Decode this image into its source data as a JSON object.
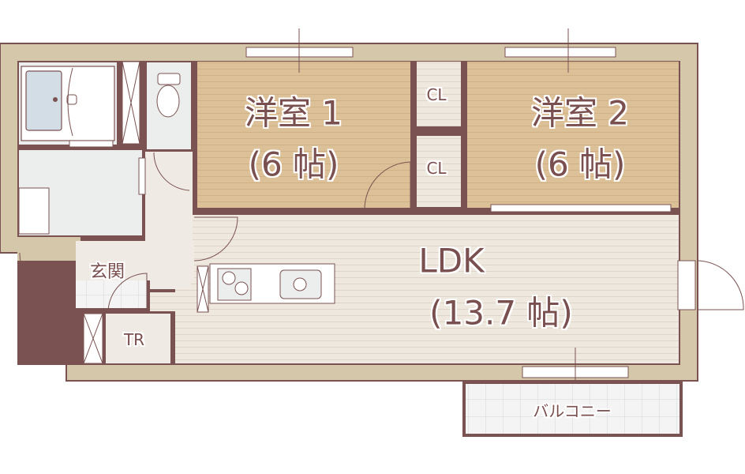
{
  "rooms": {
    "bedroom1": {
      "name": "洋室 1",
      "size": "(6 帖)"
    },
    "bedroom2": {
      "name": "洋室 2",
      "size": "(6 帖)"
    },
    "ldk": {
      "name": "LDK",
      "size": "(13.7 帖)"
    },
    "closet1": {
      "name": "CL"
    },
    "closet2": {
      "name": "CL"
    },
    "entrance": {
      "name": "玄関"
    },
    "trunk_room": {
      "name": "TR"
    },
    "balcony": {
      "name": "バルコニー"
    }
  },
  "colors": {
    "outer_wall": "#d5c7a9",
    "inner_wall": "#7b5252",
    "bedroom_floor": "#dcc198",
    "ldk_floor": "#eee8df",
    "wet_floor": "#eceeed",
    "bathtub": "#d3dde6"
  }
}
